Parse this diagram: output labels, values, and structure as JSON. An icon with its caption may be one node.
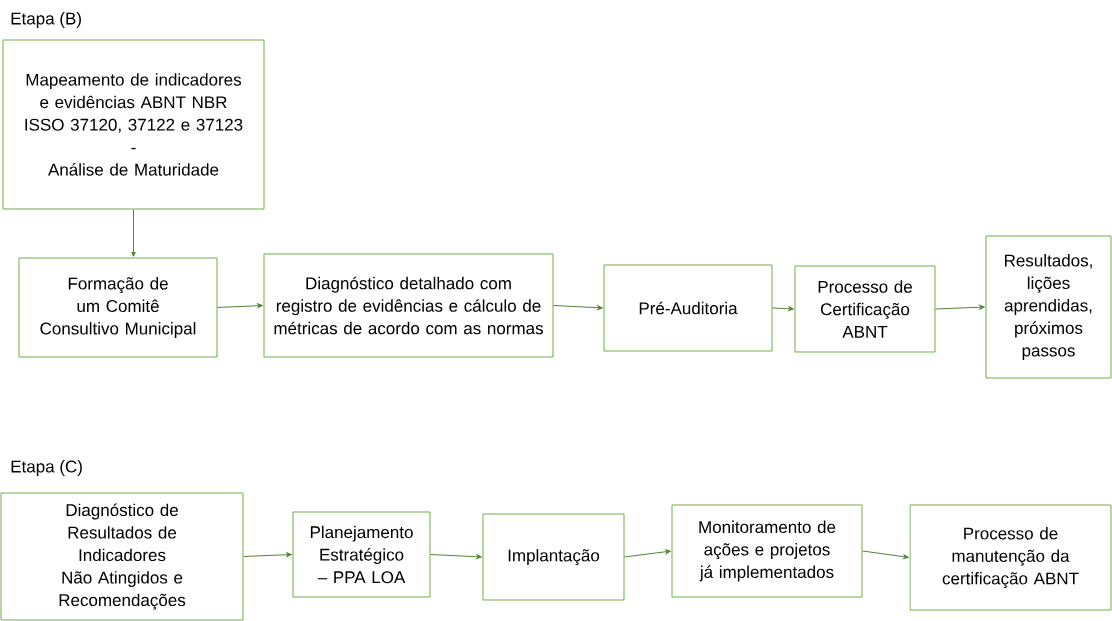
{
  "diagram": {
    "nodes": [
      {
        "text": [
          "Mapeamento de indicadores e evidências ABNT NBR ISSO 37120, 37122 e 37123",
          "-",
          "Análise de Maturidade"
        ]
      },
      {
        "text": [
          "Formação de um Comitê Consultivo Municipal"
        ]
      },
      {
        "text": [
          "Diagnóstico detalhado com registro de evidências e cálculo de métricas de acordo com as normas"
        ]
      },
      {
        "text": [
          "Pré-Auditoria"
        ]
      },
      {
        "text": [
          "Processo de Certificação ABNT"
        ]
      },
      {
        "text": [
          "Resultados, lições aprendidas, próximos passos"
        ]
      },
      {
        "text": [
          "Diagnóstico de Resultados de Indicadores Não Atingidos e Recomendações"
        ]
      },
      {
        "text": [
          "Planejamento Estratégico – PPA LOA"
        ]
      },
      {
        "text": [
          "Implantação"
        ]
      },
      {
        "text": [
          "Monitoramento de ações e projetos já implementados"
        ]
      },
      {
        "text": [
          "Processo de manutenção da certificação ABNT"
        ]
      }
    ],
    "edges": [
      {
        "from": 0,
        "to": 1,
        "arrow": "to"
      },
      {
        "from": 1,
        "to": 2,
        "arrow": "to"
      },
      {
        "from": 2,
        "to": 3,
        "arrow": "to"
      },
      {
        "from": 3,
        "to": 4,
        "arrow": "to"
      },
      {
        "from": 4,
        "to": 5,
        "arrow": "to"
      },
      {
        "from": 6,
        "to": 7,
        "arrow": "to"
      },
      {
        "from": 7,
        "to": 8,
        "arrow": "to"
      },
      {
        "from": 8,
        "to": 9,
        "arrow": "to"
      },
      {
        "from": 9,
        "to": 10,
        "arrow": "to"
      }
    ],
    "labels": [
      "Etapa (B)",
      "Etapa (C)"
    ]
  }
}
